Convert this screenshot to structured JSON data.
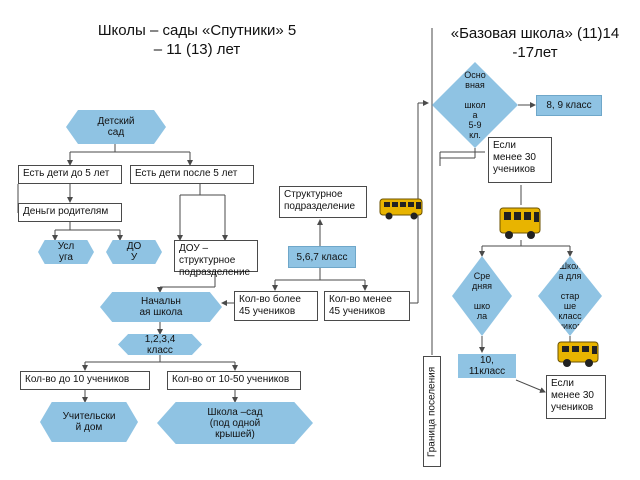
{
  "left_title": "Школы – сады «Спутники»\n5 – 11 (13) лет",
  "right_title": "«Базовая школа»\n(11)14 -17лет",
  "nodes": {
    "kindergarten": "Детский\nсад",
    "children_under5": "Есть дети до 5 лет",
    "children_over5": "Есть дети после 5 лет",
    "parents_money": "Деньги родителям",
    "service": "Усл\nуга",
    "dou": "ДО\nУ",
    "dou_structural": "ДОУ – структурное\nподразделение",
    "primary_school": "Начальн\nая школа",
    "grades_1_4": "1,2,3,4\nкласс",
    "structural_division": "Структурное\nподразделение",
    "grades_5_7": "5,6,7 класс",
    "more_45": "Кол-во более\n45 учеников",
    "less_45": "Кол-во менее\n45 учеников",
    "up_to_10": "Кол-во до 10 учеников",
    "from_10_50": "Кол-во от 10-50 учеников",
    "teacher_house": "Учительски\nй дом",
    "school_garden": "Школа –сад\n(под одной\nкрышей)",
    "basic_school": "Осно\nвная\n\nшкол\nа\n5-9\nкл.",
    "grades_8_9": "8, 9 класс",
    "if_less_30_top": "Если\nменее 30\nучеников",
    "secondary_school": "Сре\nдняя\n\nшко\nла",
    "senior_school": "Школ\nа для\n\nстар\nше\nкласс\nников",
    "grades_10_11": "10,\n11класс",
    "if_less_30_bottom": "Если\nменее 30\nучеников",
    "settlement_border": "Граница поселения"
  },
  "colors": {
    "node_fill": "#8fc3e3",
    "line": "#4a4a4a",
    "bus": "#e8b400"
  },
  "icons": [
    "bus-icon",
    "bus-icon",
    "bus-icon"
  ]
}
